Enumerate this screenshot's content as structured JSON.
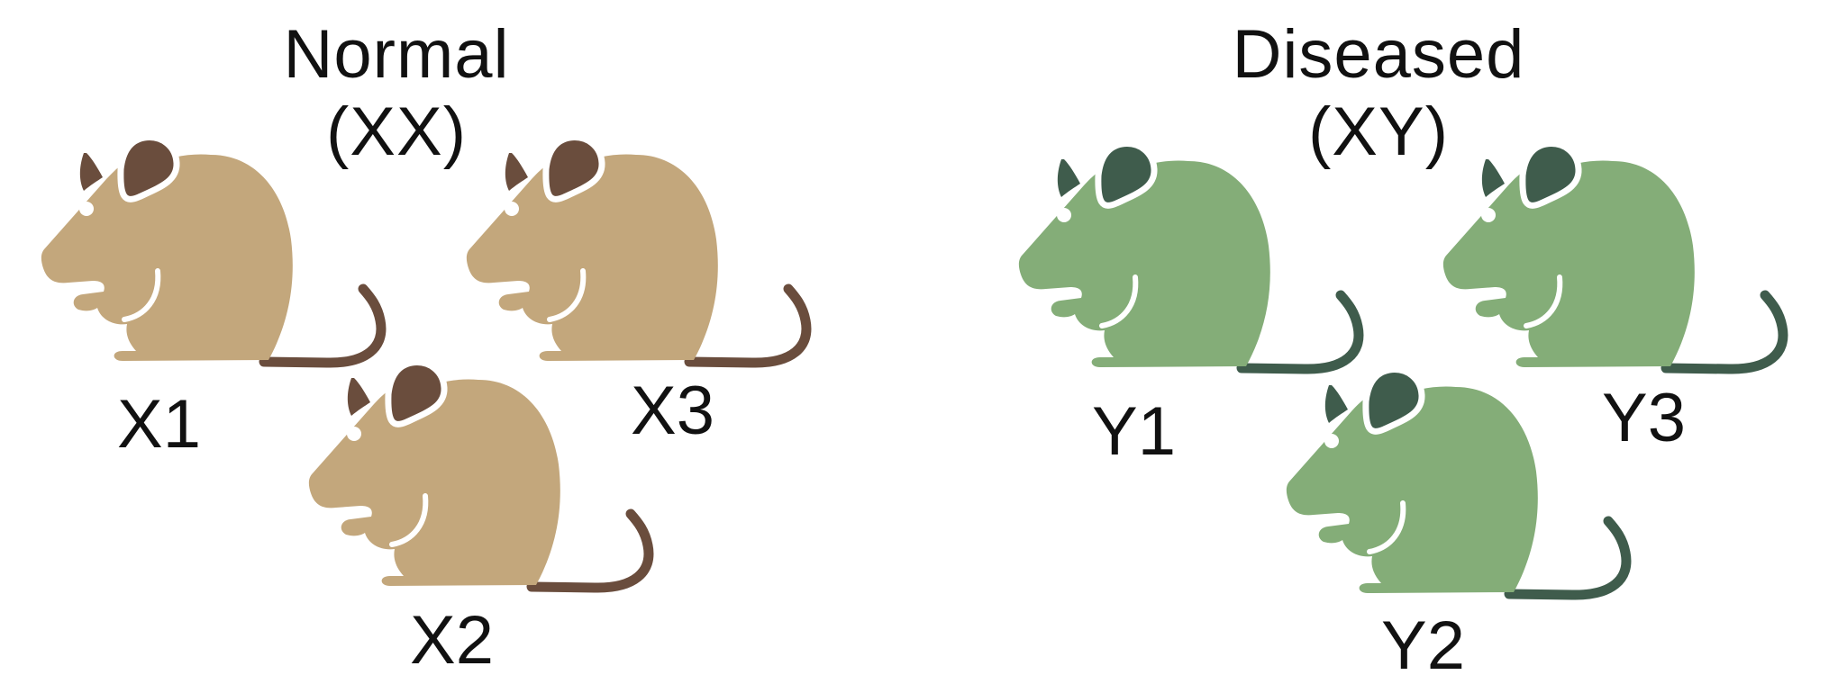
{
  "groups": [
    {
      "title_line1": "Normal",
      "title_line2": "(XX)",
      "colors": {
        "body": "#c3a77c",
        "dark": "#6a4d3d"
      },
      "mice": [
        {
          "label": "X1",
          "icon": "mouse-icon"
        },
        {
          "label": "X2",
          "icon": "mouse-icon"
        },
        {
          "label": "X3",
          "icon": "mouse-icon"
        }
      ]
    },
    {
      "title_line1": "Diseased",
      "title_line2": "(XY)",
      "colors": {
        "body": "#84ad78",
        "dark": "#3f5c4c"
      },
      "mice": [
        {
          "label": "Y1",
          "icon": "mouse-icon"
        },
        {
          "label": "Y2",
          "icon": "mouse-icon"
        },
        {
          "label": "Y3",
          "icon": "mouse-icon"
        }
      ]
    }
  ]
}
